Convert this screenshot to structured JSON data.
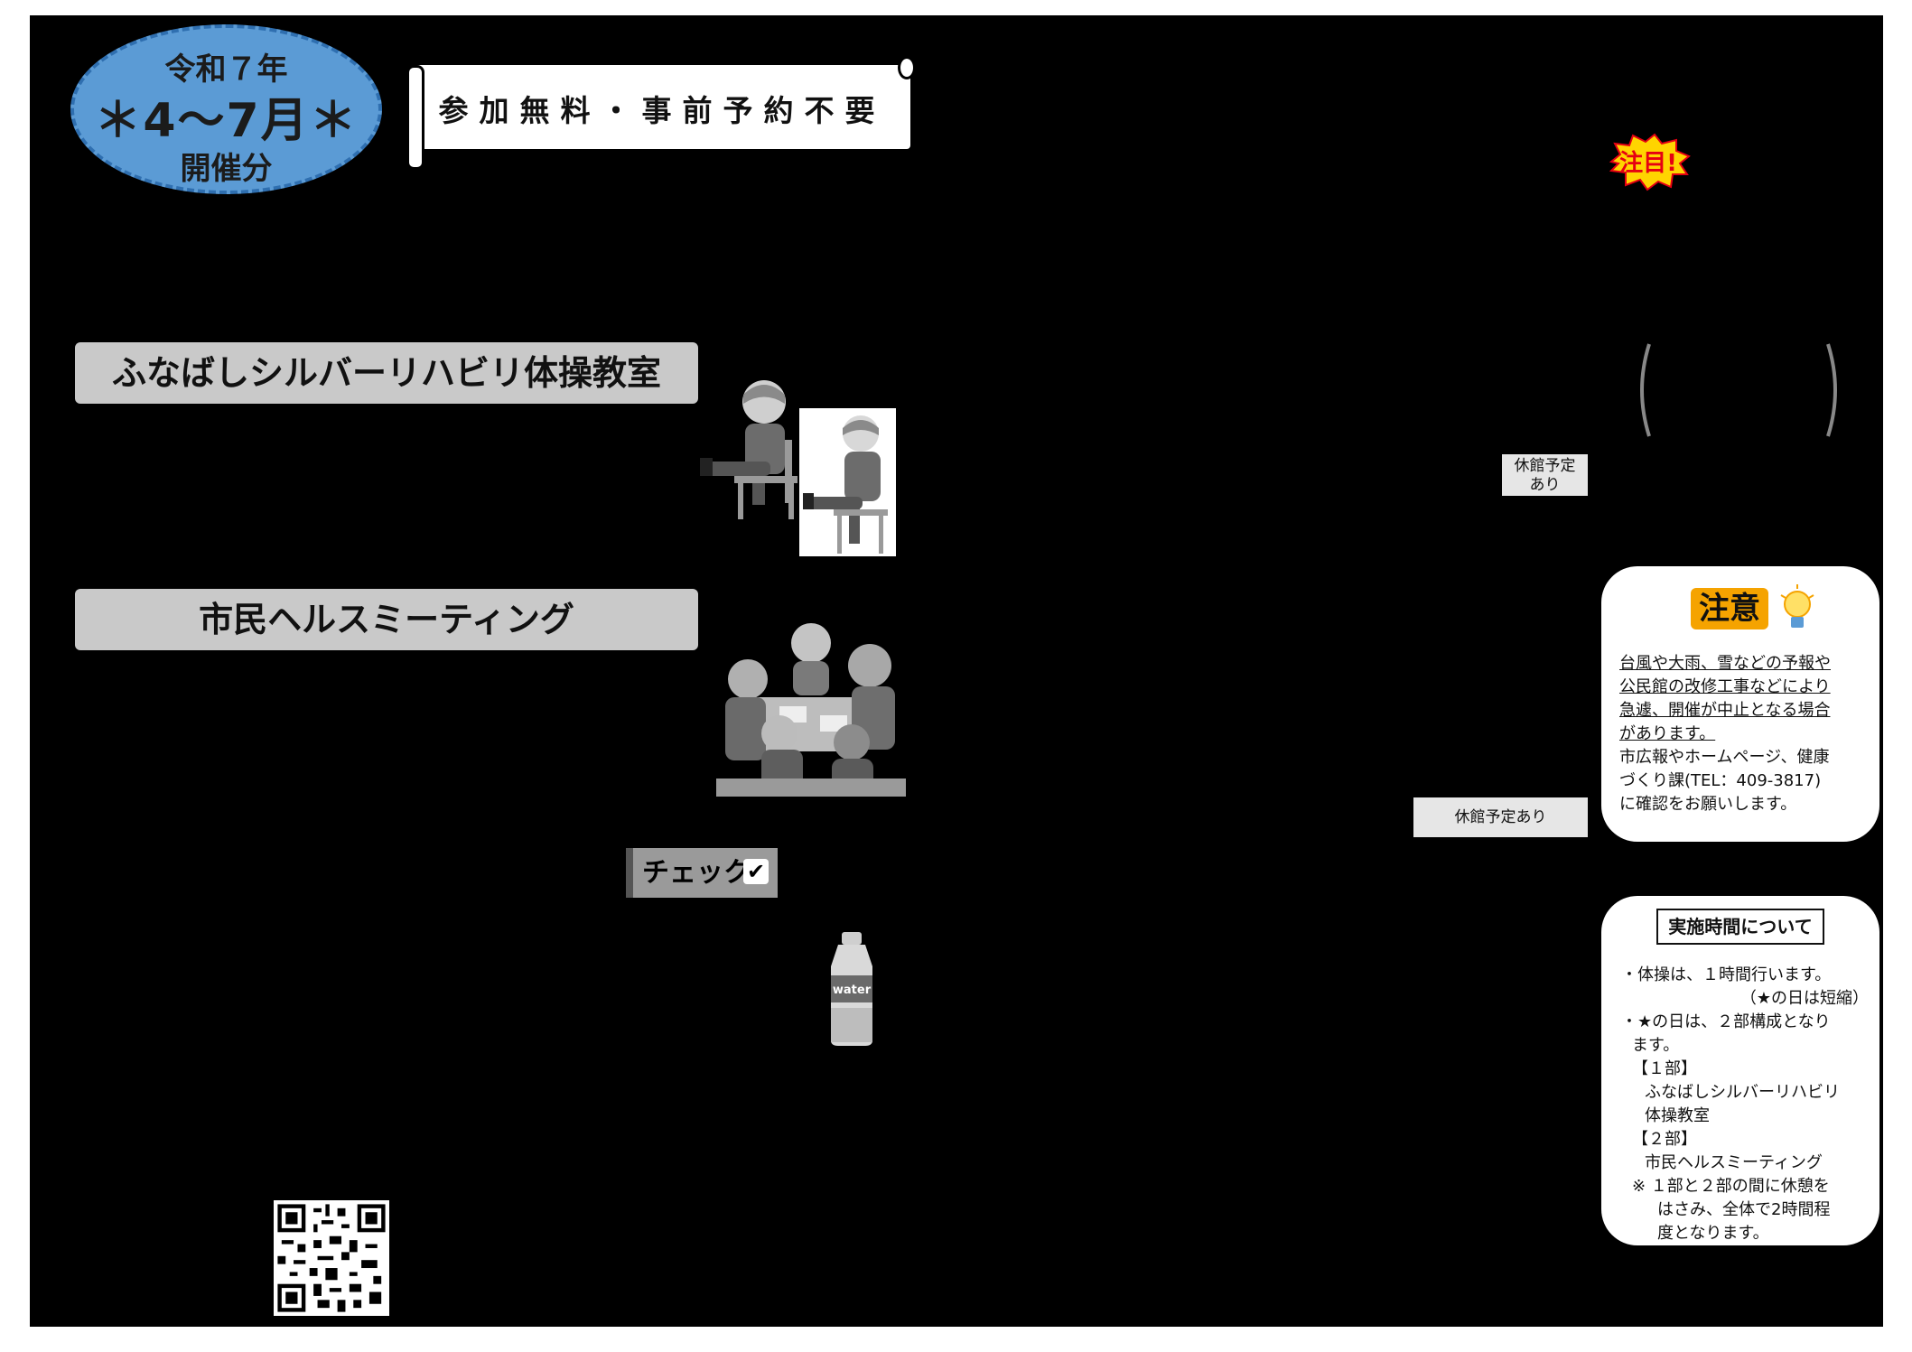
{
  "badge": {
    "year": "令和７年",
    "months": "＊4～7月＊",
    "kind": "開催分"
  },
  "banner": {
    "text": "参加無料・事前予約不要"
  },
  "sections": {
    "rehab": "ふなばしシルバーリハビリ体操教室",
    "meeting": "市民ヘルスミーティング"
  },
  "check": {
    "label": "チェック",
    "mark": "✔"
  },
  "bottle": {
    "label": "water"
  },
  "attention": {
    "label": "注目!"
  },
  "closures": {
    "note1_line1": "休館予定",
    "note1_line2": "あり",
    "note2": "休館予定あり"
  },
  "caution": {
    "title": "注意",
    "u1": "台風や大雨、雪などの予報や",
    "u2": "公民館の改修工事などにより",
    "u3": "急遽、開催が中止となる場合",
    "u4": "があります。",
    "p1": "市広報やホームページ、健康",
    "p2": "づくり課(TEL：409-3817)",
    "p3": "に確認をお願いします。"
  },
  "time_info": {
    "title": "実施時間について",
    "l1": "・体操は、１時間行います。",
    "l2": "（★の日は短縮）",
    "l3": "・★の日は、２部構成となり",
    "l4": "ます。",
    "l5": "【１部】",
    "l6": "ふなばしシルバーリハビリ",
    "l7": "体操教室",
    "l8": "【２部】",
    "l9": "市民ヘルスミーティング",
    "l10": "※ １部と２部の間に休憩を",
    "l11": "はさみ、全体で2時間程",
    "l12": "度となります。"
  },
  "colors": {
    "badge_blue": "#5b9bd5",
    "section_gray": "#c9c9c9",
    "caution_orange": "#f5a300",
    "attention_yellow": "#ffd400",
    "attention_red": "#e60012"
  }
}
